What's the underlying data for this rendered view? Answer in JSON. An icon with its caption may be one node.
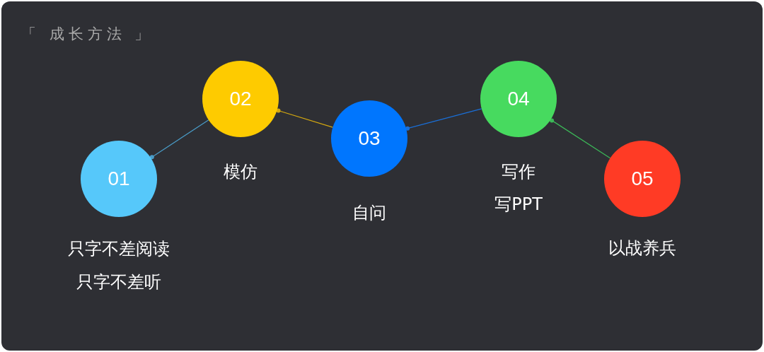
{
  "diagram": {
    "title": "「 成长方法 」",
    "nodes": [
      {
        "text": [
          "01"
        ],
        "beside": [
          "只字不差阅读",
          "只字不差听"
        ]
      },
      {
        "text": [
          "02"
        ],
        "beside": [
          "模仿"
        ]
      },
      {
        "text": [
          "03"
        ],
        "beside": [
          "自问"
        ]
      },
      {
        "text": [
          "04"
        ],
        "beside": [
          "写作",
          "写PPT"
        ]
      },
      {
        "text": [
          "05"
        ],
        "beside": [
          "以战养兵"
        ]
      }
    ],
    "edges": [
      {
        "from": 0,
        "to": 1,
        "arrow": "other",
        "color": "#4a9cc8"
      },
      {
        "from": 1,
        "to": 2,
        "arrow": "other",
        "color": "#d4a810"
      },
      {
        "from": 2,
        "to": 3,
        "arrow": "other",
        "color": "#1a6fd8"
      },
      {
        "from": 3,
        "to": 4,
        "arrow": "other",
        "color": "#3cb858"
      }
    ]
  }
}
